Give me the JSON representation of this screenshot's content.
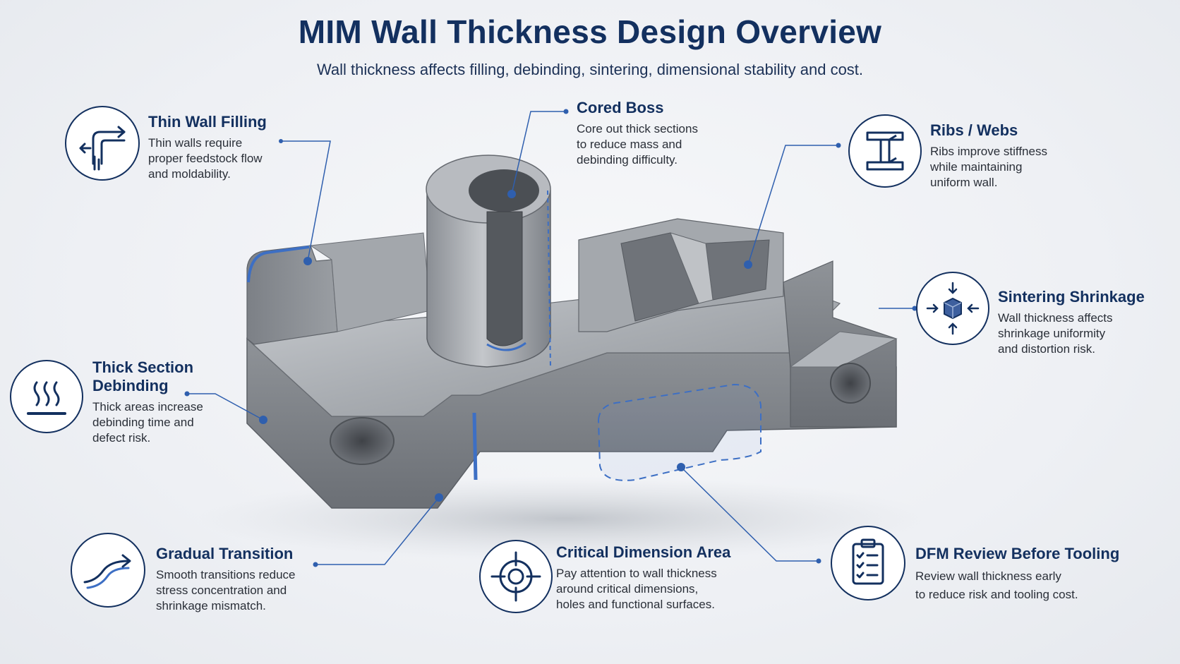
{
  "title": "MIM Wall Thickness Design Overview",
  "subtitle": "Wall thickness affects filling, debinding, sintering, dimensional stability and cost.",
  "callouts": {
    "thin_wall": {
      "title": "Thin Wall Filling",
      "desc": [
        "Thin walls require",
        "proper feedstock flow",
        "and moldability."
      ],
      "icon": "flow-bend-icon"
    },
    "cored_boss": {
      "title": "Cored Boss",
      "desc": [
        "Core out thick sections",
        "to reduce mass and",
        "debinding difficulty."
      ]
    },
    "ribs": {
      "title": "Ribs / Webs",
      "desc": [
        "Ribs improve stiffness",
        "while maintaining",
        "uniform wall."
      ],
      "icon": "i-beam-icon"
    },
    "sintering": {
      "title": "Sintering Shrinkage",
      "desc": [
        "Wall thickness affects",
        "shrinkage uniformity",
        "and distortion risk."
      ],
      "icon": "shrink-cube-icon"
    },
    "thick_section": {
      "title": [
        "Thick Section",
        "Debinding"
      ],
      "desc": [
        "Thick areas increase",
        "debinding time and",
        "defect risk."
      ],
      "icon": "heat-waves-icon"
    },
    "gradual": {
      "title": "Gradual Transition",
      "desc": [
        "Smooth transitions reduce",
        "stress concentration and",
        "shrinkage mismatch."
      ],
      "icon": "curve-arrow-icon"
    },
    "critical": {
      "title": "Critical Dimension Area",
      "desc": [
        "Pay attention to wall thickness",
        "around critical dimensions,",
        "holes and functional surfaces."
      ],
      "icon": "crosshair-icon"
    },
    "dfm": {
      "title": "DFM Review Before Tooling",
      "desc": [
        "Review wall thickness early",
        "to reduce risk and tooling cost."
      ],
      "icon": "clipboard-checklist-icon"
    }
  },
  "colors": {
    "title": "#13305f",
    "accent": "#3d6fc4",
    "metal_light": "#b9bcc1",
    "metal_mid": "#8e9298",
    "metal_dark": "#5e6268"
  }
}
